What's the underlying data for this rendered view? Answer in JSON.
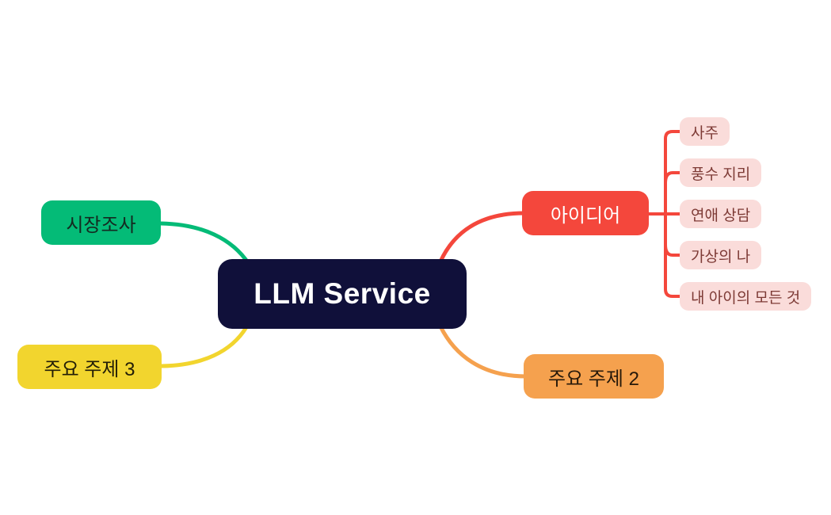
{
  "diagram": {
    "type": "mindmap",
    "root": {
      "label": "LLM Service",
      "color": "#10103a",
      "text_color": "#ffffff"
    },
    "branches": [
      {
        "label": "시장조사",
        "color": "#04bb77",
        "text_color": "#142a20",
        "position": "left-top",
        "children": []
      },
      {
        "label": "아이디어",
        "color": "#f4473c",
        "text_color": "#ffffff",
        "position": "right-top",
        "child_color": "#fadcda",
        "child_text_color": "#7d3a35",
        "children": [
          {
            "label": "사주"
          },
          {
            "label": "풍수 지리"
          },
          {
            "label": "연애 상담"
          },
          {
            "label": "가상의 나"
          },
          {
            "label": "내 아이의 모든 것"
          }
        ]
      },
      {
        "label": "주요 주제 3",
        "color": "#f2d52e",
        "text_color": "#221d07",
        "position": "left-bottom",
        "children": []
      },
      {
        "label": "주요 주제 2",
        "color": "#f5a14e",
        "text_color": "#27190a",
        "position": "right-bottom",
        "children": []
      }
    ]
  }
}
